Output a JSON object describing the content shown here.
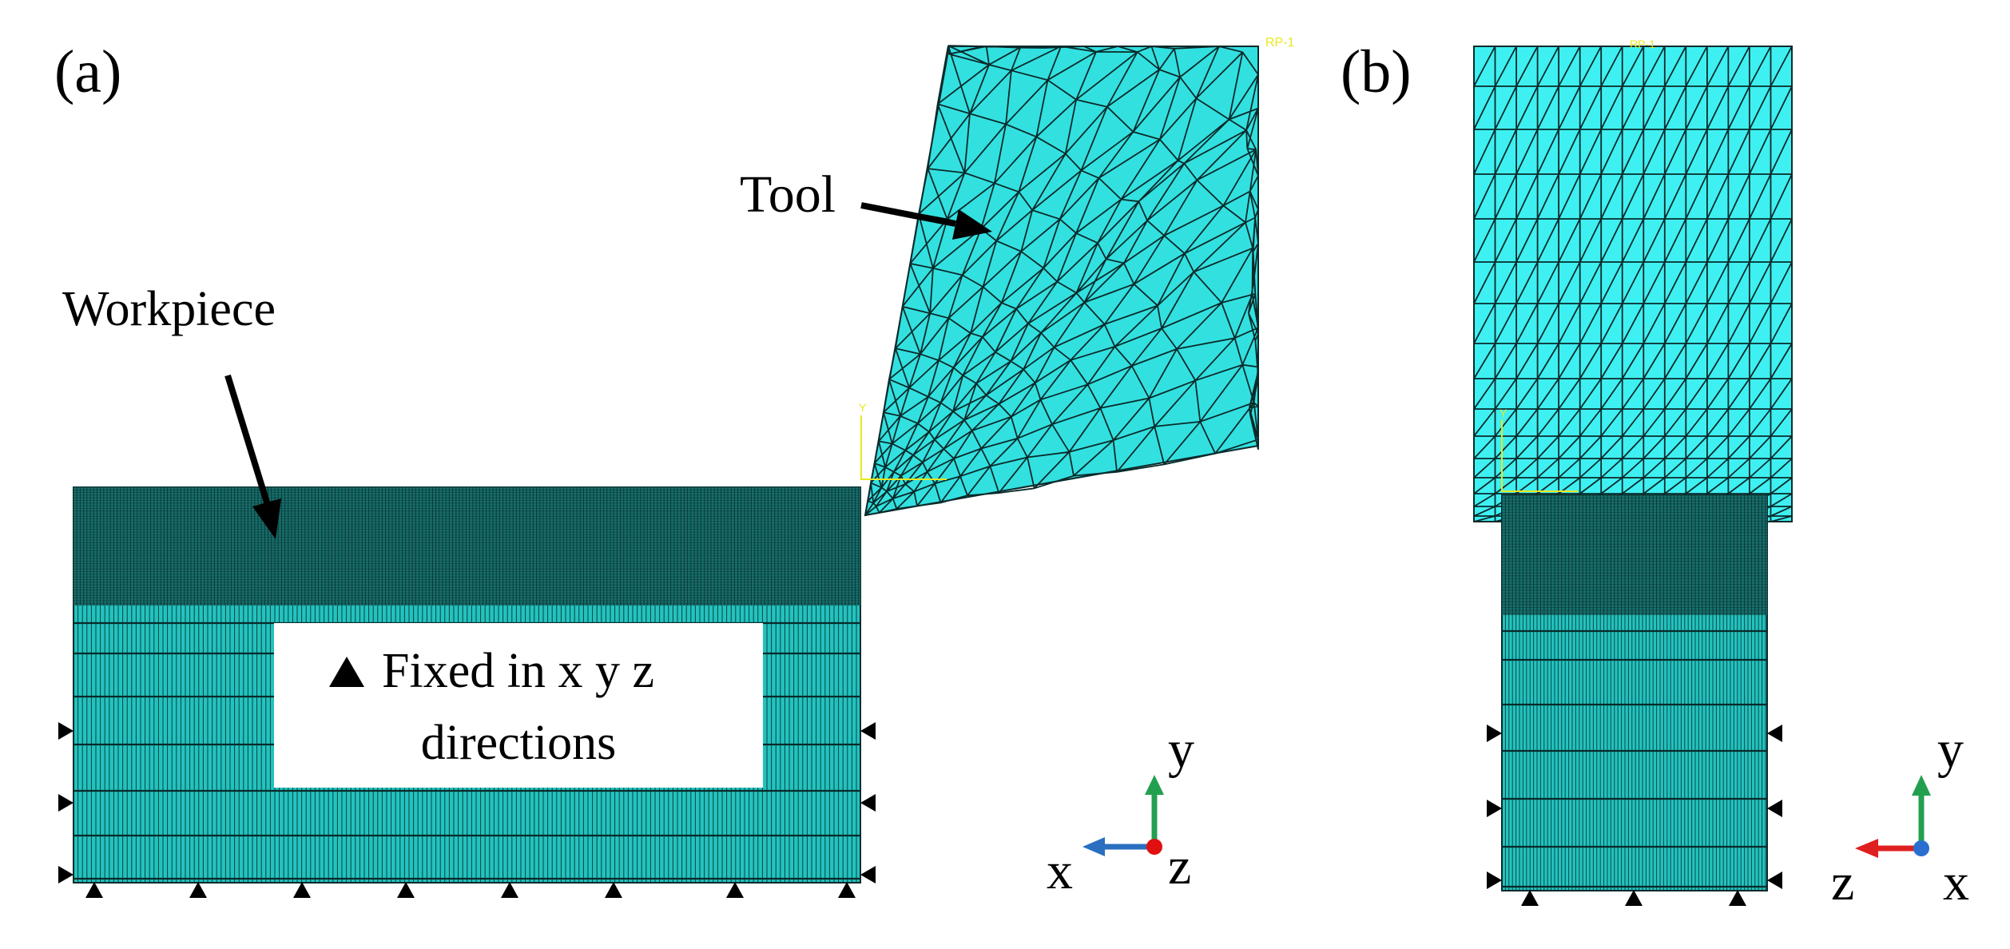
{
  "panel_a": {
    "label": "(a)",
    "tool_label": "Tool",
    "workpiece_label": "Workpiece",
    "bc_symbol": "▲",
    "bc_line1": "Fixed in x y z",
    "bc_line2": "directions",
    "rp_label": "RP-1",
    "mesh_axis_label": "Y",
    "triad": {
      "up": "y",
      "left": "x",
      "origin": "z"
    }
  },
  "panel_b": {
    "label": "(b)",
    "rp_label": "RP-1",
    "mesh_axis_label": "Y",
    "triad": {
      "up": "y",
      "left": "z",
      "origin": "x"
    }
  },
  "colors": {
    "mesh_fill": "#22c3bf",
    "tool_fill": "#33e0e0",
    "tool_b_fill": "#3ff0f2",
    "mesh_line": "#0a2a2a",
    "triad_y": "#22a050",
    "triad_x": "#2a6fc0",
    "triad_z_red": "#e02020",
    "triad_origin_a": "#e01010",
    "triad_origin_b": "#2a6fd0",
    "rp": "#e8e820"
  }
}
